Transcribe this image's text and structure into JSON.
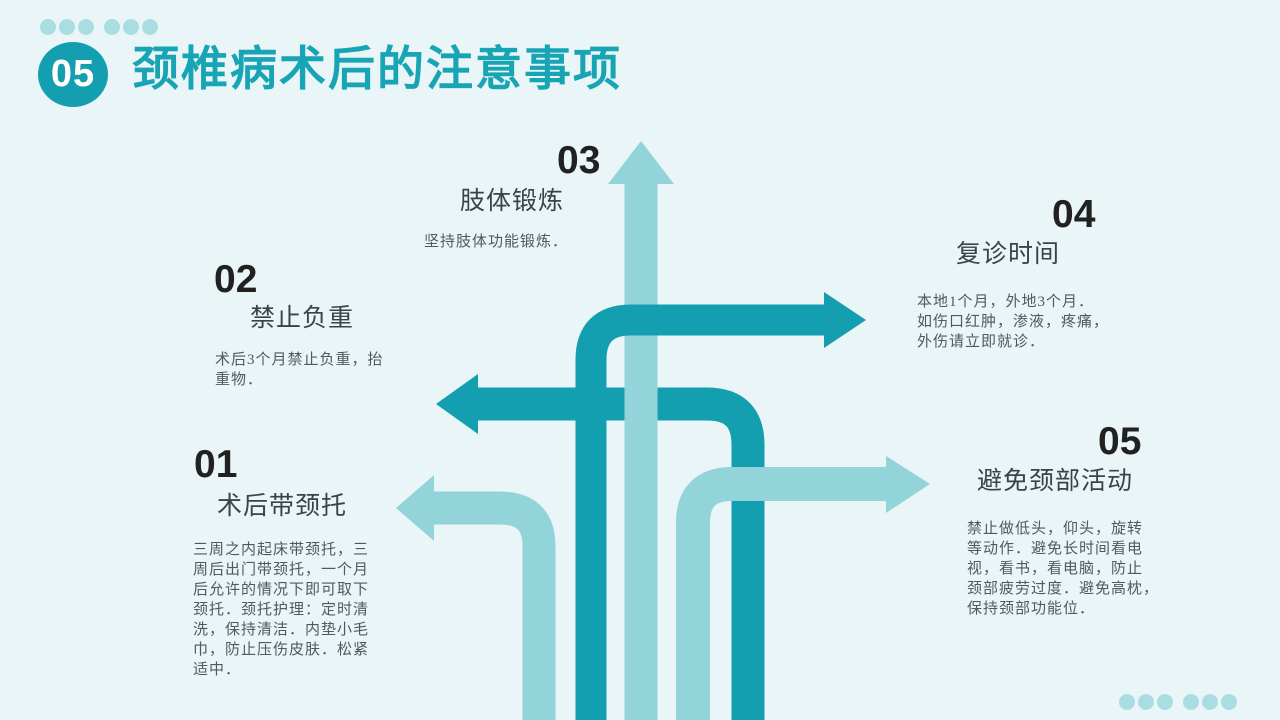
{
  "slide": {
    "badge": "05",
    "title": "颈椎病术后的注意事项"
  },
  "colors": {
    "teal_dark": "#149fb0",
    "teal_light": "#93d4db",
    "background": "#e9f5f6",
    "title_text": "#17a4b5",
    "number_text": "#212121",
    "heading_text": "#3c4246",
    "body_text": "#53585c",
    "dot": "#a9dde2"
  },
  "decor": {
    "dots_top_left_count": 6,
    "dots_bottom_right_count": 6,
    "center_graphic": "crossing-road-arrows"
  },
  "sections": [
    {
      "number": "01",
      "title": "术后带颈托",
      "body": "三周之内起床带颈托，三\n周后出门带颈托，一个月\n后允许的情况下即可取下\n颈托．颈托护理：定时清\n洗，保持清洁．内垫小毛\n巾，防止压伤皮肤．松紧\n适中．"
    },
    {
      "number": "02",
      "title": "禁止负重",
      "body": "术后3个月禁止负重，抬\n重物．"
    },
    {
      "number": "03",
      "title": "肢体锻炼",
      "body": "坚持肢体功能锻炼．"
    },
    {
      "number": "04",
      "title": "复诊时间",
      "body": "本地1个月，外地3个月．\n如伤口红肿，渗液，疼痛，\n外伤请立即就诊．"
    },
    {
      "number": "05",
      "title": "避免颈部活动",
      "body": "禁止做低头，仰头，旋转\n等动作．避免长时间看电\n视，看书，看电脑，防止\n颈部疲劳过度．避免高枕，\n保持颈部功能位．"
    }
  ]
}
